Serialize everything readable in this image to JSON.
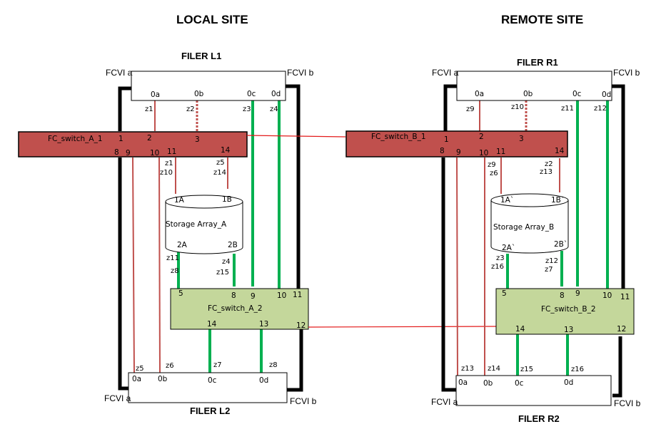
{
  "sites": {
    "local": "LOCAL SITE",
    "remote": "REMOTE SITE"
  },
  "colors": {
    "switch1_fill": "#c0504d",
    "switch2_fill": "#c4d79b",
    "fc_link_red": "#c0504d",
    "fc_link_green": "#00b050",
    "isl_link": "#e31b1b",
    "fcvi_link": "#000000"
  },
  "local": {
    "filer1": {
      "title": "FILER L1",
      "fcvi_a": "FCVI a",
      "fcvi_b": "FCVI b",
      "ports": [
        "0a",
        "0b",
        "0c",
        "0d"
      ],
      "zones": [
        "z1",
        "z2",
        "z3",
        "z4"
      ]
    },
    "switch1": {
      "name": "FC_switch_A_1",
      "ports_top": [
        "1",
        "2",
        "3"
      ],
      "ports_bottom": [
        "8",
        "9",
        "10",
        "11",
        "14"
      ],
      "zones_11": [
        "z1",
        "z10"
      ],
      "zones_14": [
        "z5",
        "z14"
      ]
    },
    "storage": {
      "name": "Storage Array_A",
      "ports": [
        "1A",
        "1B",
        "2A",
        "2B"
      ],
      "zones_2a": [
        "z11",
        "z8"
      ],
      "zones_2b": [
        "z4",
        "z15"
      ]
    },
    "switch2": {
      "name": "FC_switch_A_2",
      "ports_top": [
        "5",
        "8",
        "9",
        "10",
        "11"
      ],
      "ports_bottom": [
        "14",
        "13",
        "12"
      ]
    },
    "filer2": {
      "title": "FILER L2",
      "fcvi_a": "FCVI a",
      "fcvi_b": "FCVI b",
      "ports": [
        "0a",
        "0b",
        "0c",
        "0d"
      ],
      "zones": [
        "z5",
        "z6",
        "z7",
        "z8"
      ]
    }
  },
  "remote": {
    "filer1": {
      "title": "FILER R1",
      "fcvi_a": "FCVI a",
      "fcvi_b": "FCVI b",
      "ports": [
        "0a",
        "0b",
        "0c",
        "0d"
      ],
      "zones": [
        "z9",
        "z10",
        "z11",
        "z12"
      ]
    },
    "switch1": {
      "name": "FC_switch_B_1",
      "ports_top": [
        "1",
        "2",
        "3"
      ],
      "ports_bottom": [
        "8",
        "9",
        "10",
        "11",
        "14"
      ],
      "zones_11": [
        "z9",
        "z6"
      ],
      "zones_14": [
        "z2",
        "z13"
      ]
    },
    "storage": {
      "name": "Storage Array_B",
      "ports": [
        "1A`",
        "1B`",
        "2A`",
        "2B`"
      ],
      "zones_2a": [
        "z3",
        "z16"
      ],
      "zones_2b": [
        "z12",
        "z7"
      ]
    },
    "switch2": {
      "name": "FC_switch_B_2",
      "ports_top": [
        "5",
        "8",
        "9",
        "10",
        "11"
      ],
      "ports_bottom": [
        "14",
        "13",
        "12"
      ]
    },
    "filer2": {
      "title": "FILER R2",
      "fcvi_a": "FCVI a",
      "fcvi_b": "FCVI b",
      "ports": [
        "0a",
        "0b",
        "0c",
        "0d"
      ],
      "zones": [
        "z13",
        "z14",
        "z15",
        "z16"
      ]
    }
  }
}
